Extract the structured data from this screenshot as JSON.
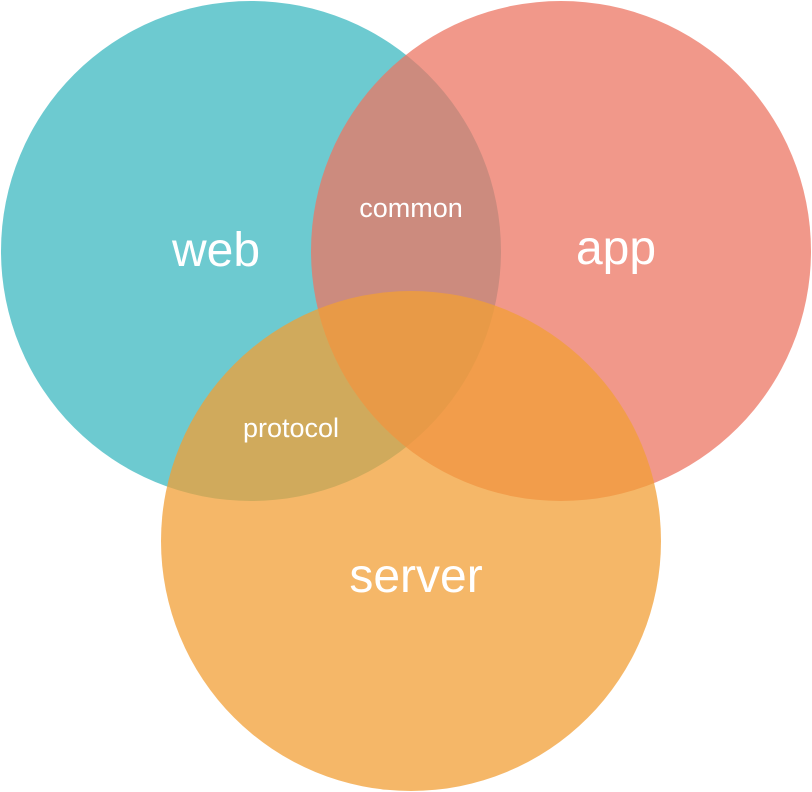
{
  "diagram": {
    "type": "venn",
    "sets": [
      {
        "key": "web",
        "label": "web",
        "color": "#3cb8c0"
      },
      {
        "key": "app",
        "label": "app",
        "color": "#ec7563"
      },
      {
        "key": "server",
        "label": "server",
        "color": "#f19f35"
      }
    ],
    "overlaps": [
      {
        "sets": [
          "web",
          "app"
        ],
        "label": "common"
      },
      {
        "sets": [
          "web",
          "server"
        ],
        "label": "protocol"
      }
    ]
  }
}
